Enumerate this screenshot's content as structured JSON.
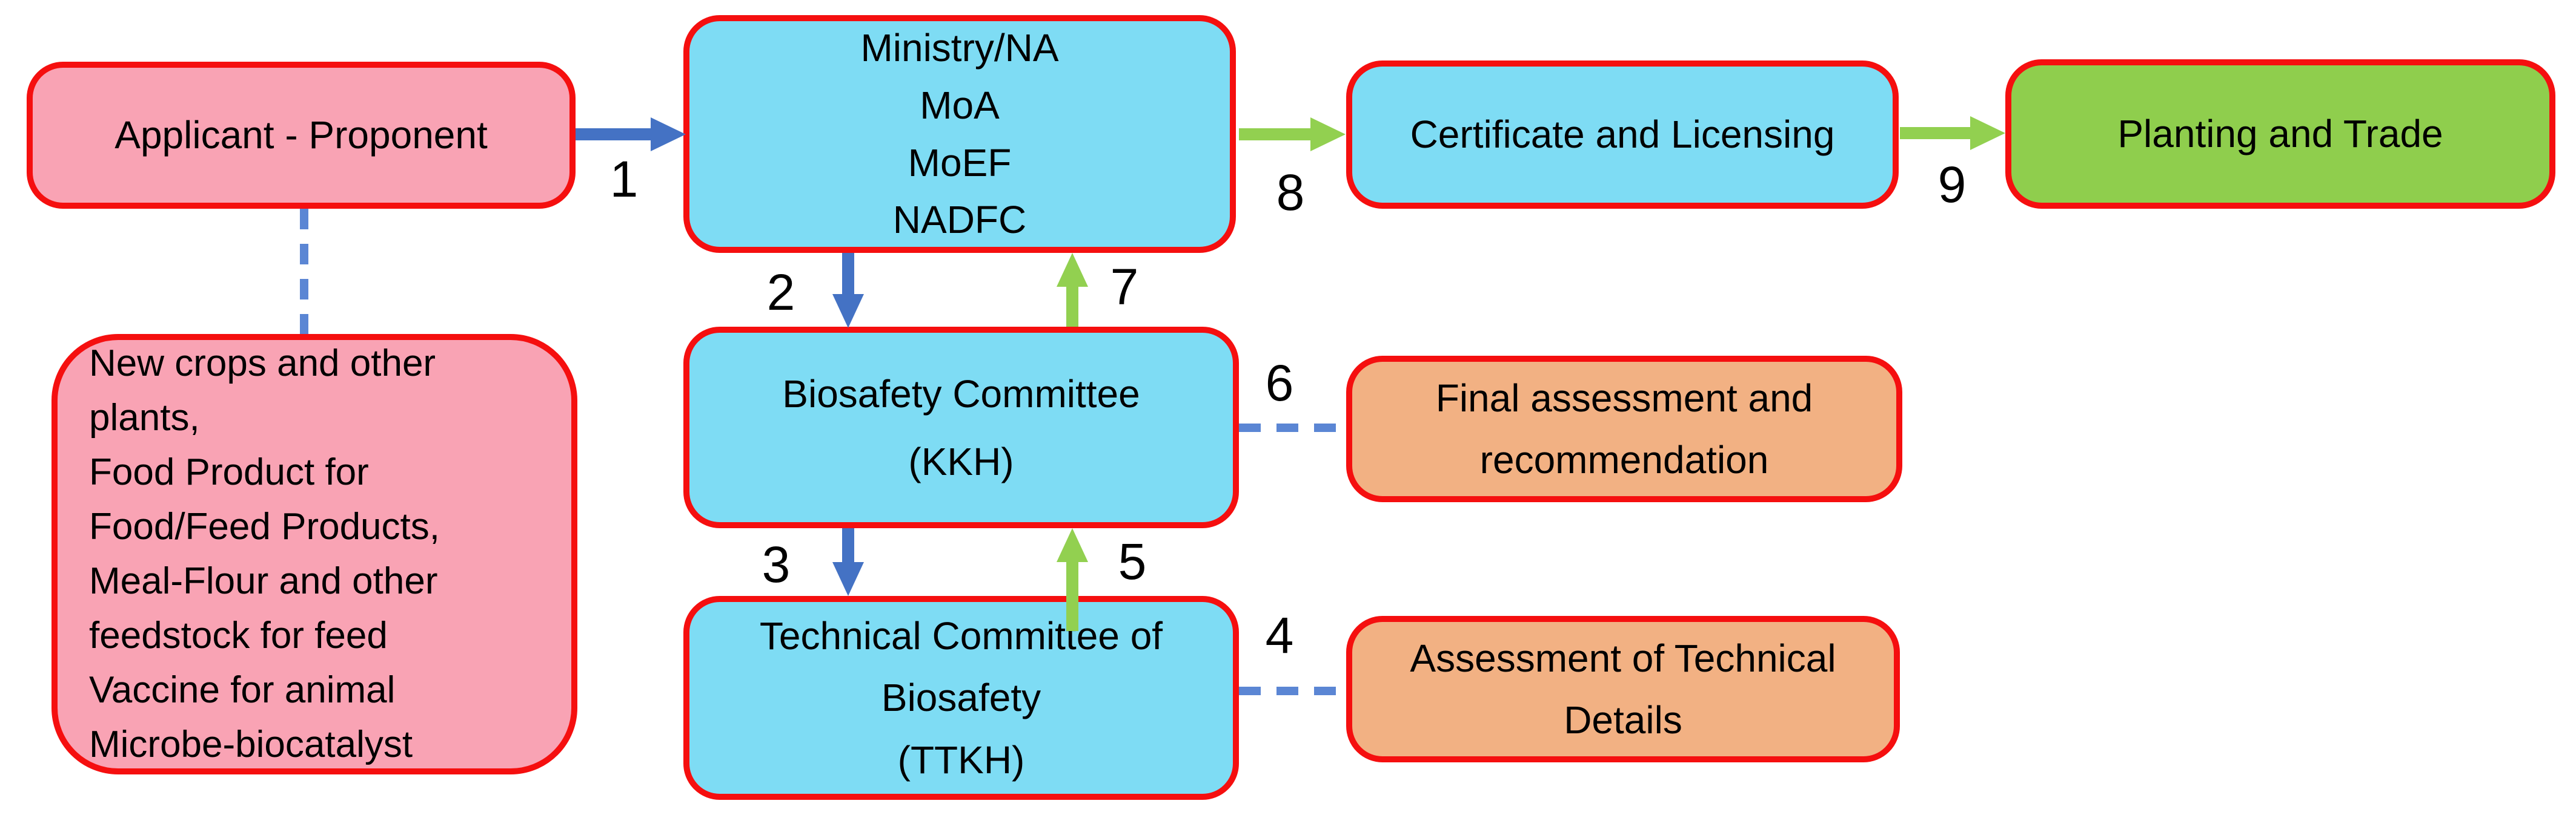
{
  "diagram": {
    "title": "GMO biosafety approval process flowchart",
    "boxes": {
      "applicant": "Applicant - Proponent",
      "scope": "New crops and other\nplants,\n Food Product for\nFood/Feed Products,\nMeal-Flour and other\nfeedstock for feed\nVaccine for animal\nMicrobe-biocatalyst",
      "ministry": "Ministry/NA\nMoA\nMoEF\nNADFC",
      "kkh": "Biosafety Committee\n(KKH)",
      "ttkh": "Technical Committee of\nBiosafety\n(TTKH)",
      "certificate": "Certificate and Licensing",
      "planting": "Planting and Trade",
      "final_assessment": "Final assessment and\nrecommendation",
      "technical_assessment": "Assessment of Technical\nDetails"
    },
    "steps": {
      "n1": "1",
      "n2": "2",
      "n3": "3",
      "n4": "4",
      "n5": "5",
      "n6": "6",
      "n7": "7",
      "n8": "8",
      "n9": "9"
    },
    "arrows": [
      {
        "step": "1",
        "from": "applicant",
        "to": "ministry",
        "style": "solid",
        "color": "#4472C4",
        "direction": "right"
      },
      {
        "step": "2",
        "from": "ministry",
        "to": "kkh",
        "style": "solid",
        "color": "#4472C4",
        "direction": "down"
      },
      {
        "step": "3",
        "from": "kkh",
        "to": "ttkh",
        "style": "solid",
        "color": "#4472C4",
        "direction": "down"
      },
      {
        "step": "4",
        "from": "ttkh",
        "to": "technical_assessment",
        "style": "dashed",
        "color": "#5B86D4",
        "direction": "right"
      },
      {
        "step": "5",
        "from": "ttkh",
        "to": "kkh",
        "style": "solid",
        "color": "#92D050",
        "direction": "up"
      },
      {
        "step": "6",
        "from": "kkh",
        "to": "final_assessment",
        "style": "dashed",
        "color": "#5B86D4",
        "direction": "right"
      },
      {
        "step": "7",
        "from": "kkh",
        "to": "ministry",
        "style": "solid",
        "color": "#92D050",
        "direction": "up"
      },
      {
        "step": "8",
        "from": "ministry",
        "to": "certificate",
        "style": "solid",
        "color": "#92D050",
        "direction": "right"
      },
      {
        "step": "9",
        "from": "certificate",
        "to": "planting",
        "style": "solid",
        "color": "#92D050",
        "direction": "right"
      },
      {
        "step": "",
        "from": "applicant",
        "to": "scope",
        "style": "dashed",
        "color": "#5B86D4",
        "direction": "down"
      }
    ],
    "colors": {
      "applicant_fill": "#F9A3B4",
      "committee_fill": "#7EDCF4",
      "assessment_fill": "#F2B183",
      "outcome_fill": "#8FCE4D",
      "border": "#F50F0F",
      "solid_arrow_blue": "#4472C4",
      "solid_arrow_green": "#92D050",
      "dashed_connector_blue": "#5B86D4",
      "background": "#FFFFFF",
      "text": "#000000"
    }
  }
}
